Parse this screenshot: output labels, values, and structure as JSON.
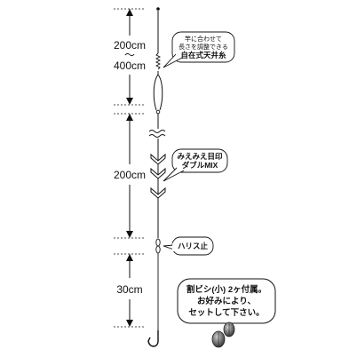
{
  "dimensions": {
    "top_length": "200cm",
    "top_tilde": "〜",
    "top_length_max": "400cm",
    "middle_length": "200cm",
    "bottom_length": "30cm"
  },
  "callouts": {
    "tenjou": {
      "line1": "竿に合わせて",
      "line2": "長さを調整できる",
      "line3": "自在式天井糸"
    },
    "mimie": {
      "line1": "みえみえ目印",
      "line2": "ダブルMIX"
    },
    "harisu": {
      "text": "ハリス止"
    },
    "sinker": {
      "line1": "割ビシ(小) 2ヶ付属。",
      "line2": "お好みにより、",
      "line3": "セットして下さい。"
    }
  }
}
